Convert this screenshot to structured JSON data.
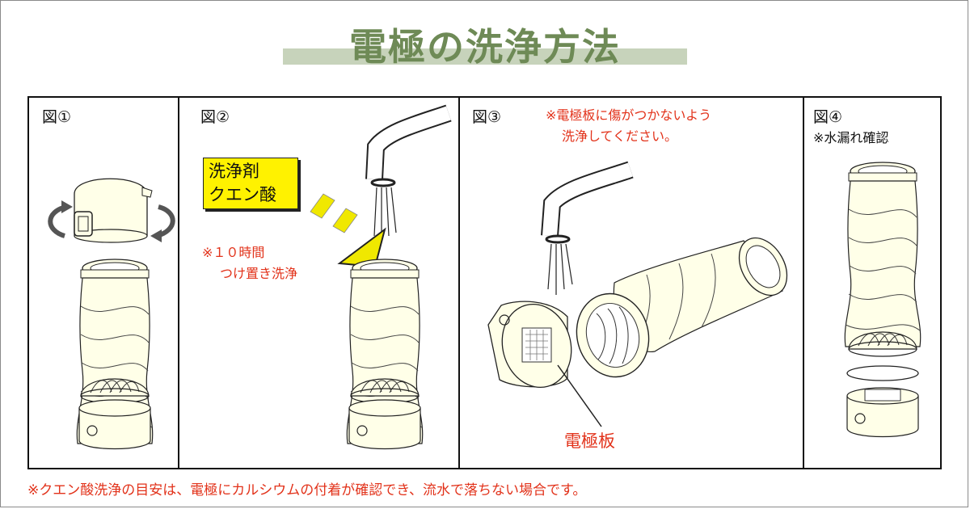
{
  "title": "電極の洗浄方法",
  "panels": [
    {
      "label": "図①"
    },
    {
      "label": "図②",
      "detergent_lines": [
        "洗浄剤",
        "クエン酸"
      ],
      "note_lines": [
        "※１０時間",
        "つけ置き洗浄"
      ]
    },
    {
      "label": "図③",
      "note_lines": [
        "※電極板に傷がつかないよう",
        "洗浄してください。"
      ],
      "callout": "電極板"
    },
    {
      "label": "図④",
      "note": "※水漏れ確認"
    }
  ],
  "footnote": "※クエン酸洗浄の目安は、電極にカルシウムの付着が確認でき、流水で落ちない場合です。",
  "colors": {
    "title": "#6e8a56",
    "title_band": "#c7d3bb",
    "note_red": "#e2321a",
    "detergent_bg": "#fff200",
    "bottle_fill": "#ffffe8",
    "arrow_yellow": "#f0e800"
  }
}
